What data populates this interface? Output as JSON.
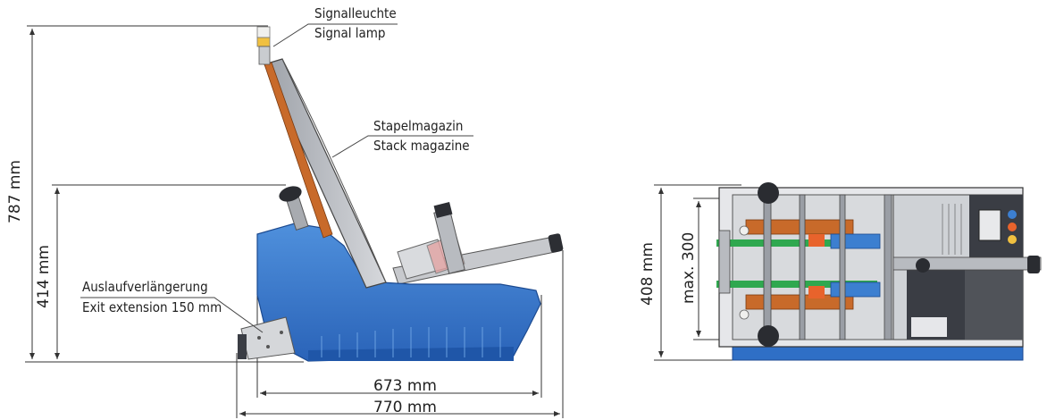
{
  "labels": {
    "signal_de": "Signalleuchte",
    "signal_en": "Signal lamp",
    "stack_de": "Stapelmagazin",
    "stack_en": "Stack magazine",
    "exit_de": "Auslaufverlängerung",
    "exit_en": "Exit extension 150 mm"
  },
  "dimensions": {
    "total_height": "787 mm",
    "base_height": "414 mm",
    "length_inner": "673 mm",
    "length_total": "770 mm",
    "top_width": "408 mm",
    "max_width": "max. 300"
  },
  "colors": {
    "body_blue": "#3c7fd0",
    "body_blue_dark": "#1f56a8",
    "panel_grey": "#b9bcc2",
    "frame_dark": "#3a3d44",
    "copper": "#c86a2a",
    "green": "#2fa84f",
    "lamp_yellow": "#f0c040"
  }
}
